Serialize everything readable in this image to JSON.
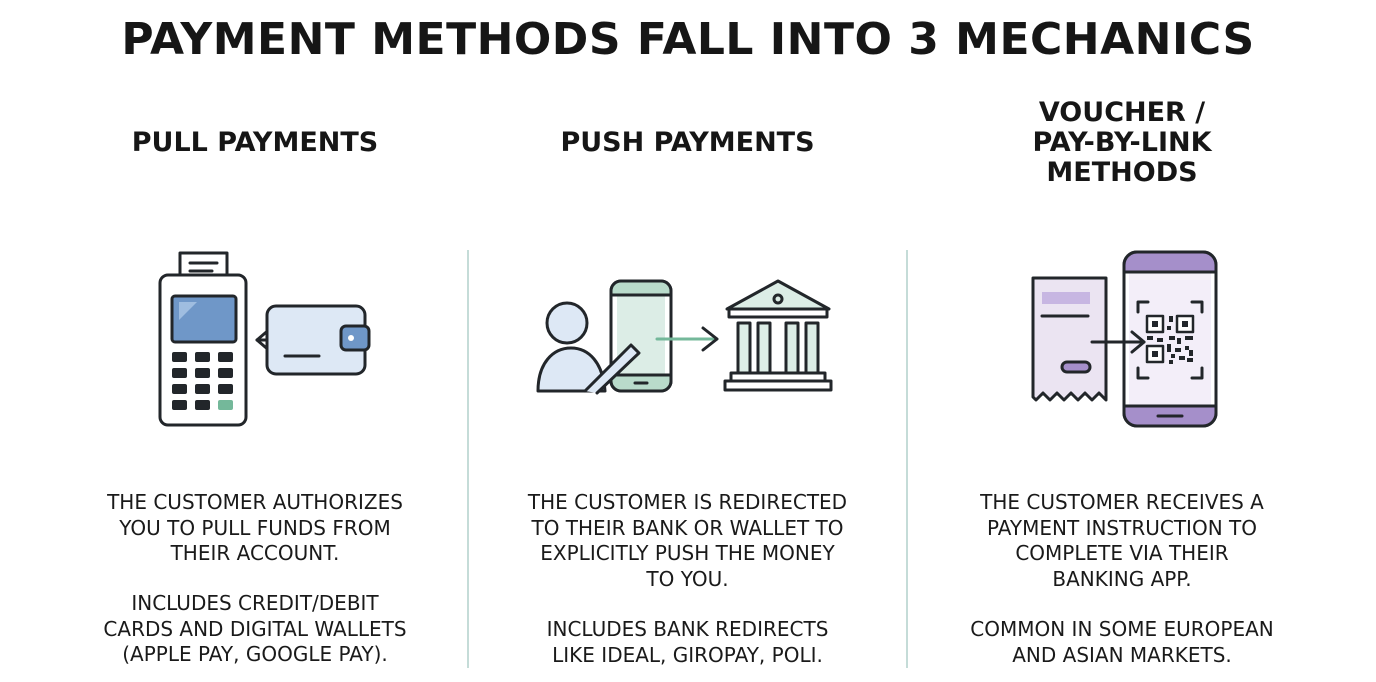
{
  "title": "PAYMENT METHODS FALL INTO 3 MECHANICS",
  "columns": [
    {
      "heading": "PULL PAYMENTS",
      "icon": "payment-terminal-wallet-icon",
      "description": "THE CUSTOMER AUTHORIZES\nYOU TO PULL FUNDS FROM\nTHEIR ACCOUNT.",
      "note": "INCLUDES CREDIT/DEBIT\nCARDS AND DIGITAL WALLETS\n(APPLE PAY, GOOGLE PAY)."
    },
    {
      "heading": "PUSH PAYMENTS",
      "icon": "person-phone-bank-icon",
      "description": "THE CUSTOMER IS REDIRECTED\nTO THEIR BANK OR WALLET TO\nEXPLICITLY PUSH THE MONEY\nTO YOU.",
      "note": "INCLUDES BANK REDIRECTS\nLIKE IDEAL, GIROPAY, POLI."
    },
    {
      "heading": "VOUCHER /\nPAY-BY-LINK\nMETHODS",
      "icon": "voucher-qr-phone-icon",
      "description": "THE CUSTOMER RECEIVES A\nPAYMENT INSTRUCTION TO\nCOMPLETE VIA THEIR\nBANKING APP.",
      "note": "COMMON IN SOME EUROPEAN\nAND ASIAN MARKETS."
    }
  ],
  "colors": {
    "outline": "#22262a",
    "blue_fill": "#6f97c8",
    "blue_light": "#dde8f5",
    "green_light": "#dcede6",
    "green_accent": "#74b89a",
    "purple_light": "#ebe4f2",
    "purple_accent": "#a58fca",
    "divider": "#c5dcd8"
  }
}
